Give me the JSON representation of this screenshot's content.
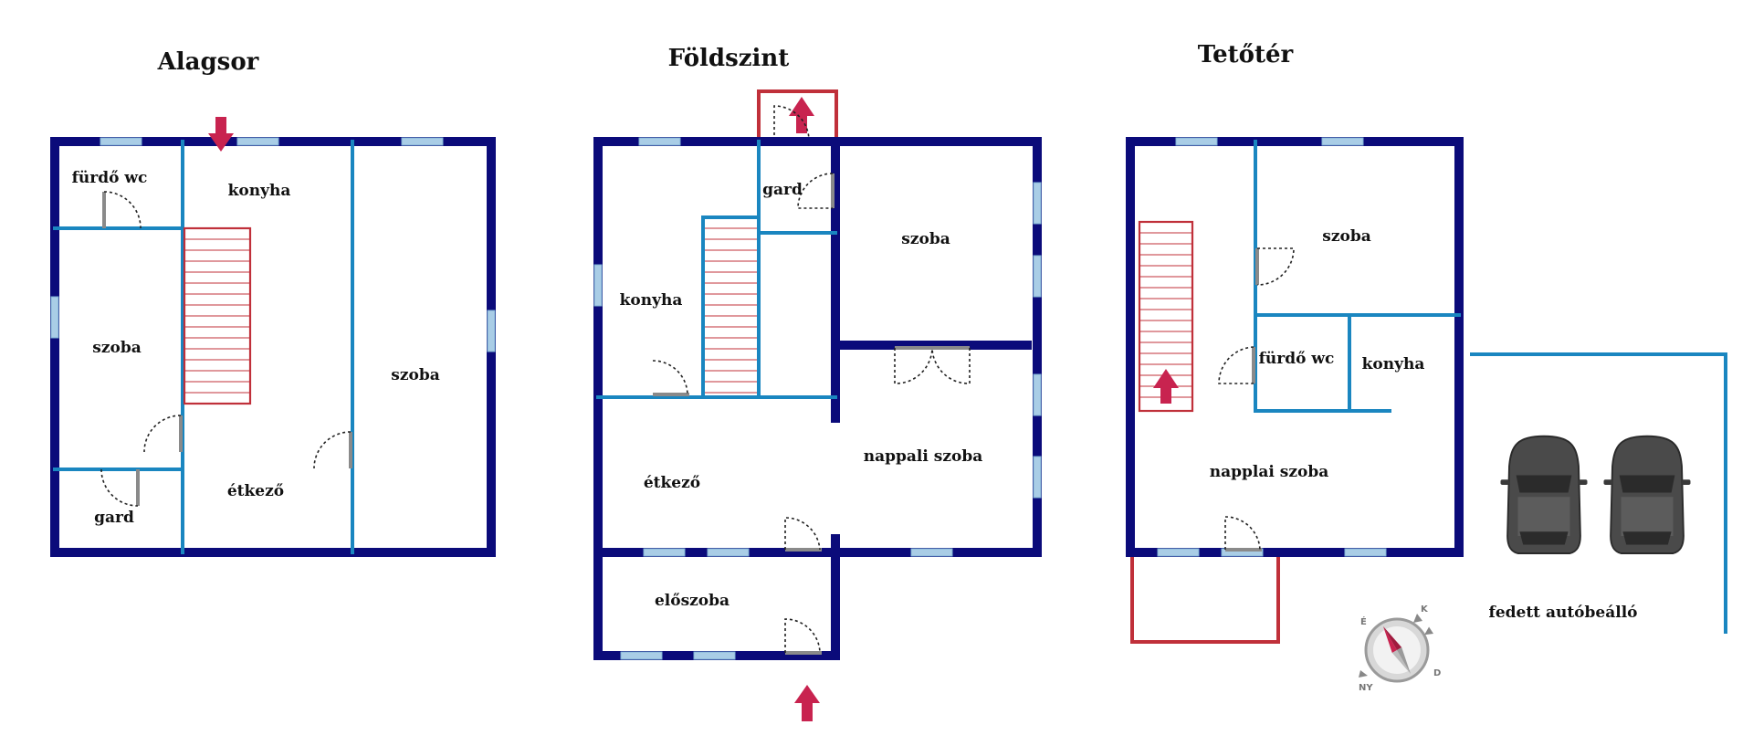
{
  "floors": {
    "basement": {
      "title": "Alagsor",
      "rooms": {
        "bathroom": "fürdő wc",
        "kitchen": "konyha",
        "room_left": "szoba",
        "room_right": "szoba",
        "dining": "étkező",
        "wardrobe": "gard"
      }
    },
    "ground": {
      "title": "Földszint",
      "rooms": {
        "wardrobe": "gard",
        "room": "szoba",
        "kitchen": "konyha",
        "living": "nappali szoba",
        "dining": "étkező",
        "hall": "előszoba"
      }
    },
    "attic": {
      "title": "Tetőtér",
      "rooms": {
        "room": "szoba",
        "bathroom": "fürdő wc",
        "kitchen": "konyha",
        "living": "napplai szoba"
      }
    }
  },
  "carport": {
    "label": "fedett autóbeálló"
  },
  "compass": {
    "n": "É",
    "e": "K",
    "s": "D",
    "w": "NY"
  },
  "colors": {
    "outer_wall": "#0b0b7a",
    "inner_wall": "#1a86c0",
    "window": "#a9cde6",
    "stairs": "#c0303a",
    "arrow": "#c8234f"
  }
}
